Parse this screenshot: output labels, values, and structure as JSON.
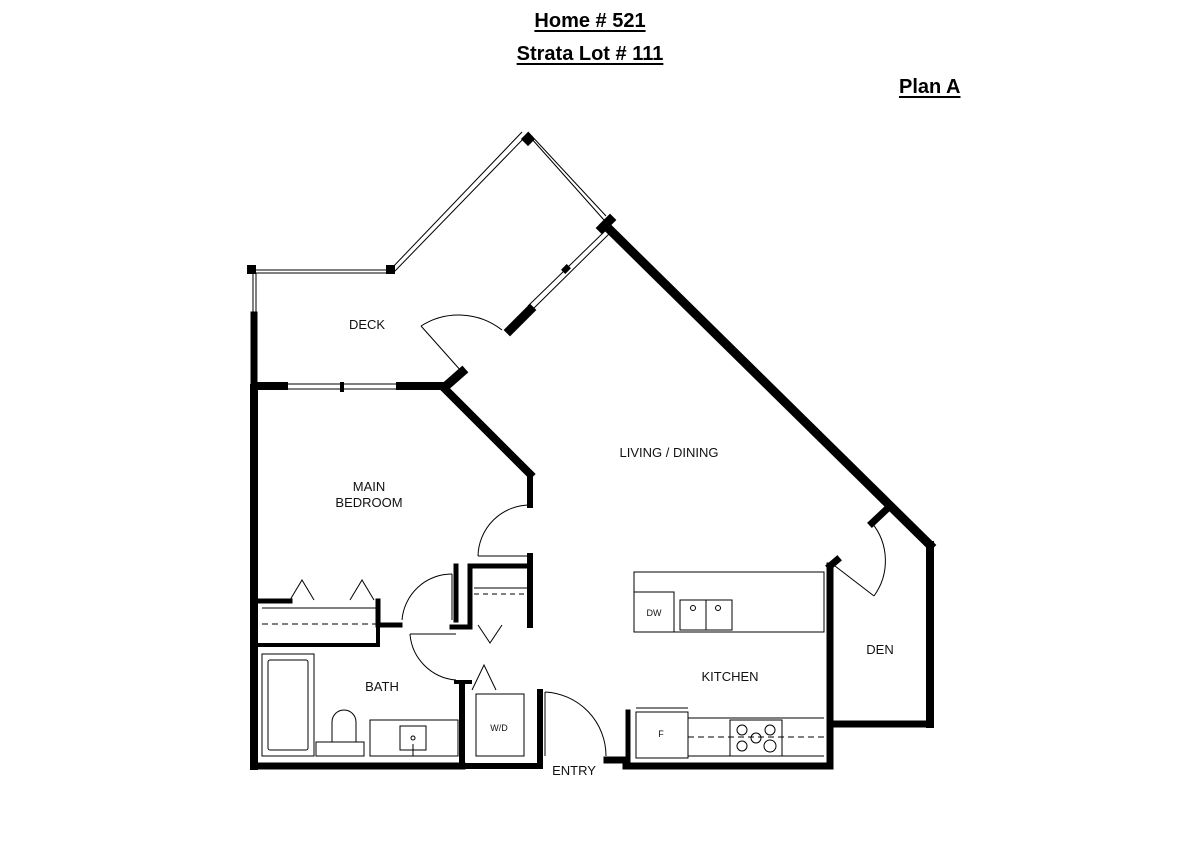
{
  "header": {
    "home": "Home # 521",
    "strata_lot": "Strata Lot # 111",
    "plan": "Plan A"
  },
  "rooms": {
    "deck": "DECK",
    "living_dining": "LIVING / DINING",
    "main_bedroom_line1": "MAIN",
    "main_bedroom_line2": "BEDROOM",
    "bath": "BATH",
    "kitchen": "KITCHEN",
    "den": "DEN",
    "entry": "ENTRY"
  },
  "fixtures": {
    "dishwasher": "DW",
    "washer_dryer": "W/D",
    "fridge": "F"
  }
}
